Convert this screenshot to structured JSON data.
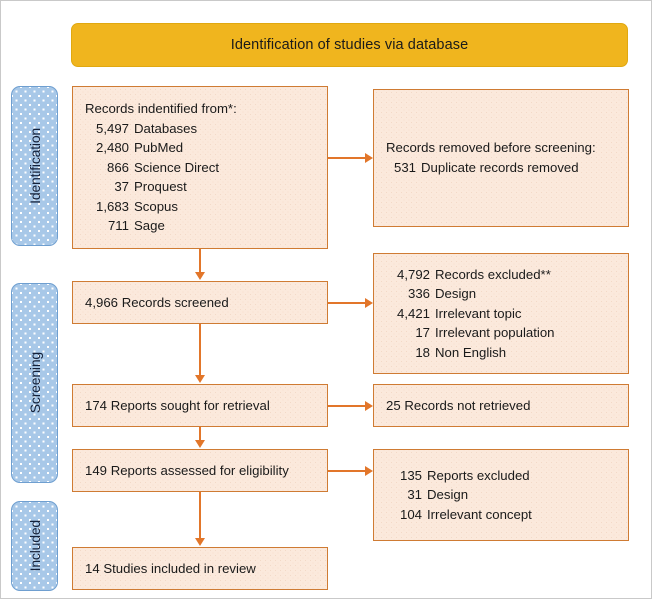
{
  "header": {
    "title": "Identification of studies via database",
    "color": "#f0b51e"
  },
  "stages": [
    {
      "id": "identification",
      "label": "Identification"
    },
    {
      "id": "screening",
      "label": "Screening"
    },
    {
      "id": "included",
      "label": "Included"
    }
  ],
  "palette": {
    "box_fill": "#fbe9dc",
    "box_border": "#cf7b33",
    "connector": "#e2762a",
    "tab_fill": "#a8c8e8",
    "header_fill": "#f0b51e"
  },
  "boxes": {
    "records_identified": {
      "heading": "Records indentified from*:",
      "sources": [
        {
          "count": "5,497",
          "label": "Databases"
        },
        {
          "count": "2,480",
          "label": "PubMed"
        },
        {
          "count": "866",
          "label": "Science Direct"
        },
        {
          "count": "37",
          "label": "Proquest"
        },
        {
          "count": "1,683",
          "label": "Scopus"
        },
        {
          "count": "711",
          "label": "Sage"
        }
      ]
    },
    "records_removed": {
      "heading": "Records removed before screening:",
      "items": [
        {
          "count": "531",
          "label": "Duplicate records removed"
        }
      ]
    },
    "records_screened": {
      "count": "4,966",
      "label": "Records screened"
    },
    "records_excluded": {
      "heading_count": "4,792",
      "heading_label": "Records excluded**",
      "reasons": [
        {
          "count": "336",
          "label": "Design"
        },
        {
          "count": "4,421",
          "label": "Irrelevant topic"
        },
        {
          "count": "17",
          "label": "Irrelevant population"
        },
        {
          "count": "18",
          "label": "Non English"
        }
      ]
    },
    "reports_sought": {
      "count": "174",
      "label": "Reports sought for retrieval"
    },
    "records_not_retrieved": {
      "count": "25",
      "label": "Records not retrieved"
    },
    "reports_assessed": {
      "count": "149",
      "label": "Reports assessed for eligibility"
    },
    "reports_excluded": {
      "heading_count": "135",
      "heading_label": "Reports excluded",
      "reasons": [
        {
          "count": "31",
          "label": "Design"
        },
        {
          "count": "104",
          "label": "Irrelevant concept"
        }
      ]
    },
    "studies_included": {
      "count": "14",
      "label": "Studies included in review"
    }
  }
}
